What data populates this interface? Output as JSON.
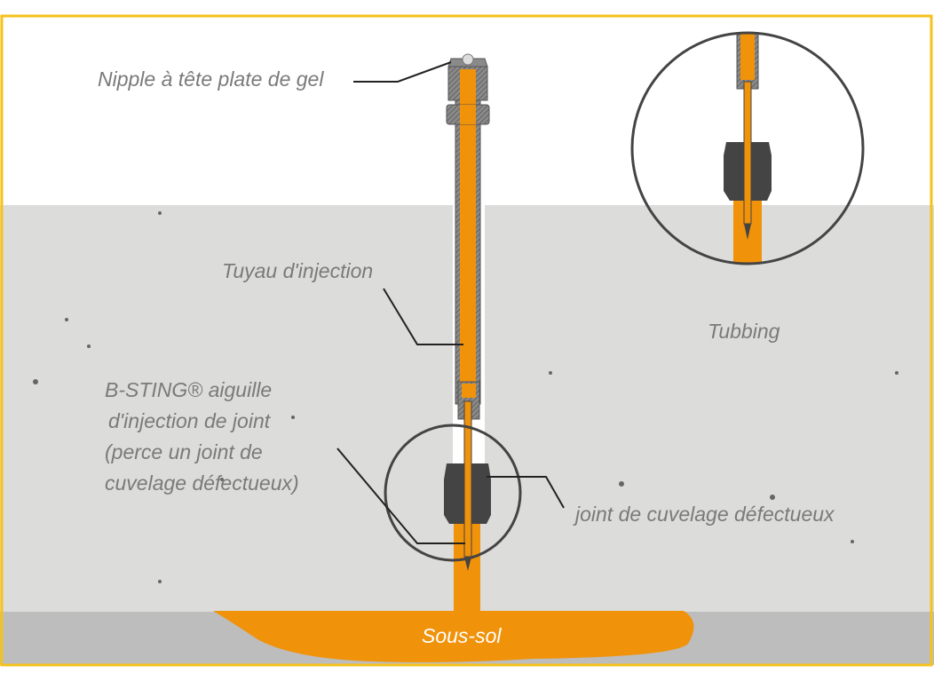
{
  "labels": {
    "nipple": "Nipple à tête plate de gel",
    "pipe": "Tuyau d'injection",
    "needle_line1": "B-STING® aiguille",
    "needle_line2": "d'injection de joint",
    "needle_line3": "(perce un joint de",
    "needle_line4": "cuvelage défectueux)",
    "seal": "joint de cuvelage défectueux",
    "tubbing": "Tubbing",
    "subsoil": "Sous-sol"
  },
  "colors": {
    "frame": "#f5c21b",
    "gel": "#f0920a",
    "concrete": "#dcdcdb",
    "subsoil": "#bdbdbd",
    "seal": "#444444"
  }
}
